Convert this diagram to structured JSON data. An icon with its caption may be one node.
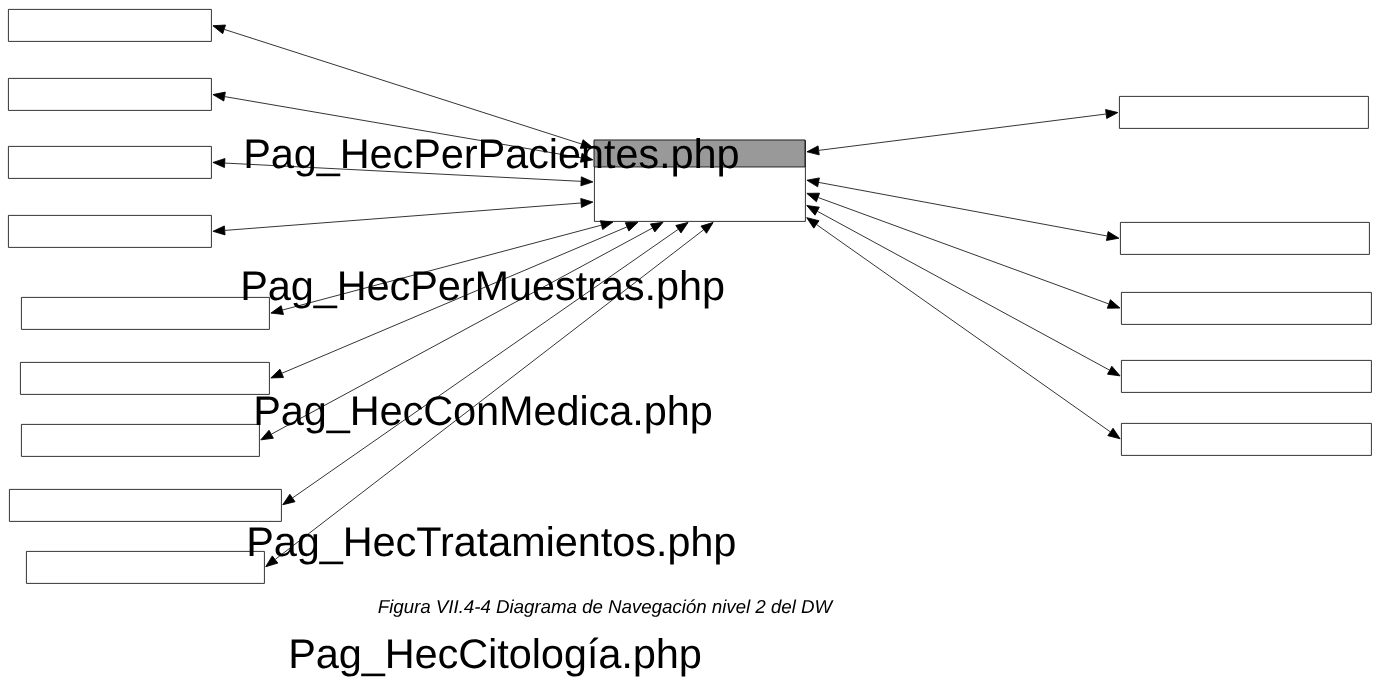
{
  "diagram": {
    "caption": "Figura VII.4-4 Diagrama de Navegación nivel 2 del DW",
    "nodes": [
      {
        "text": [],
        "shape": "box"
      },
      {
        "text": [],
        "shape": "box"
      },
      {
        "text": [],
        "shape": "box"
      },
      {
        "text": [],
        "shape": "box"
      },
      {
        "text": [],
        "shape": "box"
      },
      {
        "text": [],
        "shape": "box"
      },
      {
        "text": [],
        "shape": "box"
      },
      {
        "text": [],
        "shape": "box"
      },
      {
        "text": [],
        "shape": "box"
      },
      {
        "text": [],
        "shape": "box"
      },
      {
        "text": [],
        "shape": "box"
      },
      {
        "text": [],
        "shape": "box"
      },
      {
        "text": [],
        "shape": "box"
      },
      {
        "text": [],
        "shape": "box"
      },
      {
        "text": [],
        "shape": "box"
      }
    ],
    "edges": [
      {
        "from": 9,
        "to": 0,
        "arrow": "both"
      },
      {
        "from": 9,
        "to": 1,
        "arrow": "both"
      },
      {
        "from": 9,
        "to": 2,
        "arrow": "both"
      },
      {
        "from": 9,
        "to": 3,
        "arrow": "both"
      },
      {
        "from": 9,
        "to": 4,
        "arrow": "both"
      },
      {
        "from": 9,
        "to": 5,
        "arrow": "both"
      },
      {
        "from": 9,
        "to": 6,
        "arrow": "both"
      },
      {
        "from": 9,
        "to": 7,
        "arrow": "both"
      },
      {
        "from": 9,
        "to": 8,
        "arrow": "both"
      },
      {
        "from": 9,
        "to": 10,
        "arrow": "both"
      },
      {
        "from": 9,
        "to": 11,
        "arrow": "both"
      },
      {
        "from": 9,
        "to": 12,
        "arrow": "both"
      },
      {
        "from": 9,
        "to": 13,
        "arrow": "both"
      },
      {
        "from": 9,
        "to": 14,
        "arrow": "both"
      }
    ],
    "labels": [
      "Pag_HecPerPacientes.php",
      "Pag_HecPerMuestras.php",
      "Pag_HecConMedica.php",
      "Pag_HecTratamientos.php",
      "Pag_HecCitología.php"
    ]
  }
}
